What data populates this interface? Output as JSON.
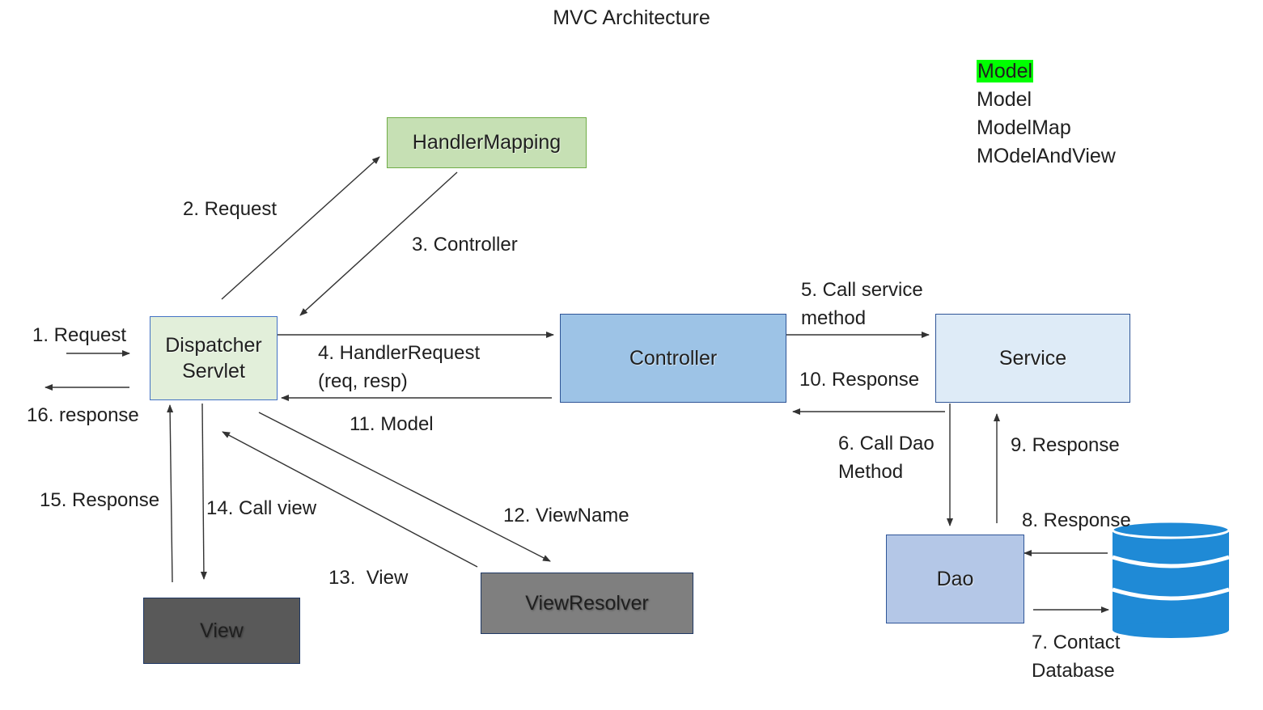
{
  "title": "MVC Architecture",
  "legend": {
    "highlighted": "Model",
    "highlight_color": "#00ff00",
    "items": [
      "Model",
      "ModelMap",
      "MOdelAndView"
    ]
  },
  "nodes": {
    "handler_mapping": {
      "label": "HandlerMapping",
      "fill": "#c6e0b4",
      "border": "#70ad47"
    },
    "dispatcher": {
      "line1": "Dispatcher",
      "line2": "Servlet",
      "fill": "#e2efda",
      "border": "#4472c4"
    },
    "controller": {
      "label": "Controller",
      "fill": "#9dc3e6",
      "border": "#2f5597"
    },
    "service": {
      "label": "Service",
      "fill": "#deebf7",
      "border": "#2f5597"
    },
    "dao": {
      "label": "Dao",
      "fill": "#b4c7e7",
      "border": "#2f5597"
    },
    "view_resolver": {
      "label": "ViewResolver",
      "fill": "#7f7f7f",
      "border": "#1f3864"
    },
    "view": {
      "label": "View",
      "fill": "#595959",
      "border": "#1f3864"
    },
    "database": {
      "fill": "#1f8ad6",
      "band": "#ffffff"
    }
  },
  "labels": {
    "request_1": "1. Request",
    "response_16": "16. response",
    "request_2": "2. Request",
    "controller_3": "3. Controller",
    "handler_request_4_line1": "4. HandlerRequest",
    "handler_request_4_line2": "(req, resp)",
    "call_service_5_line1": "5. Call service",
    "call_service_5_line2": "method",
    "call_dao_6_line1": "6. Call Dao",
    "call_dao_6_line2": "Method",
    "contact_db_7_line1": "7. Contact",
    "contact_db_7_line2": "Database",
    "response_8": "8. Response",
    "response_9": "9. Response",
    "response_10": "10. Response",
    "model_11": "11. Model",
    "view_name_12": "12. ViewName",
    "view_13": "13.  View",
    "call_view_14": "14. Call view",
    "response_15": "15. Response"
  }
}
